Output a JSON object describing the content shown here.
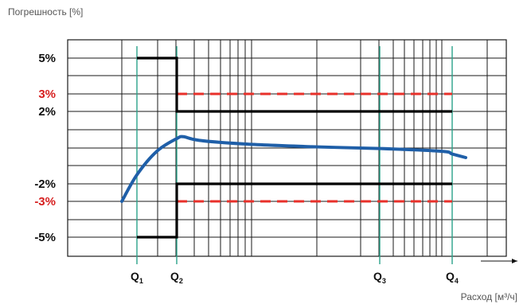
{
  "chart_data": {
    "type": "line",
    "ylabel": "Погрешность [%]",
    "xlabel": "Расход [м³/ч]",
    "ylim": [
      -6,
      6
    ],
    "grid": true,
    "y_ticks": [
      {
        "label": "5%",
        "value": 5,
        "color": "#111111"
      },
      {
        "label": "3%",
        "value": 3,
        "color": "#d62020"
      },
      {
        "label": "2%",
        "value": 2,
        "color": "#111111"
      },
      {
        "label": "-2%",
        "value": -2,
        "color": "#111111"
      },
      {
        "label": "-3%",
        "value": -3,
        "color": "#d62020"
      },
      {
        "label": "-5%",
        "value": -5,
        "color": "#111111"
      }
    ],
    "x_markers": [
      {
        "main": "Q",
        "sub": "1",
        "x": 1.0
      },
      {
        "main": "Q",
        "sub": "2",
        "x": 2.0
      },
      {
        "main": "Q",
        "sub": "3",
        "x": 11.0
      },
      {
        "main": "Q",
        "sub": "4",
        "x": 14.5
      }
    ],
    "limits": {
      "solid_color": "#000000",
      "dashed_color": "#e8302a",
      "upper_solid": [
        [
          1,
          5
        ],
        [
          2,
          5
        ],
        [
          2,
          2
        ],
        [
          14.5,
          2
        ]
      ],
      "lower_solid": [
        [
          1,
          -5
        ],
        [
          2,
          -5
        ],
        [
          2,
          -2
        ],
        [
          14.5,
          -2
        ]
      ],
      "upper_dashed": [
        [
          2,
          3
        ],
        [
          14.5,
          3
        ]
      ],
      "lower_dashed": [
        [
          2,
          -3
        ],
        [
          14.5,
          -3
        ]
      ]
    },
    "series": [
      {
        "color": "#1f5fa8",
        "points": [
          [
            0.65,
            -3.0
          ],
          [
            1.0,
            -1.5
          ],
          [
            1.5,
            -0.2
          ],
          [
            2.0,
            0.5
          ],
          [
            2.3,
            0.6
          ],
          [
            3.0,
            0.4
          ],
          [
            5.0,
            0.2
          ],
          [
            8.0,
            0.05
          ],
          [
            11.0,
            -0.05
          ],
          [
            14.0,
            -0.2
          ],
          [
            14.5,
            -0.35
          ],
          [
            15.0,
            -0.55
          ]
        ]
      }
    ]
  }
}
